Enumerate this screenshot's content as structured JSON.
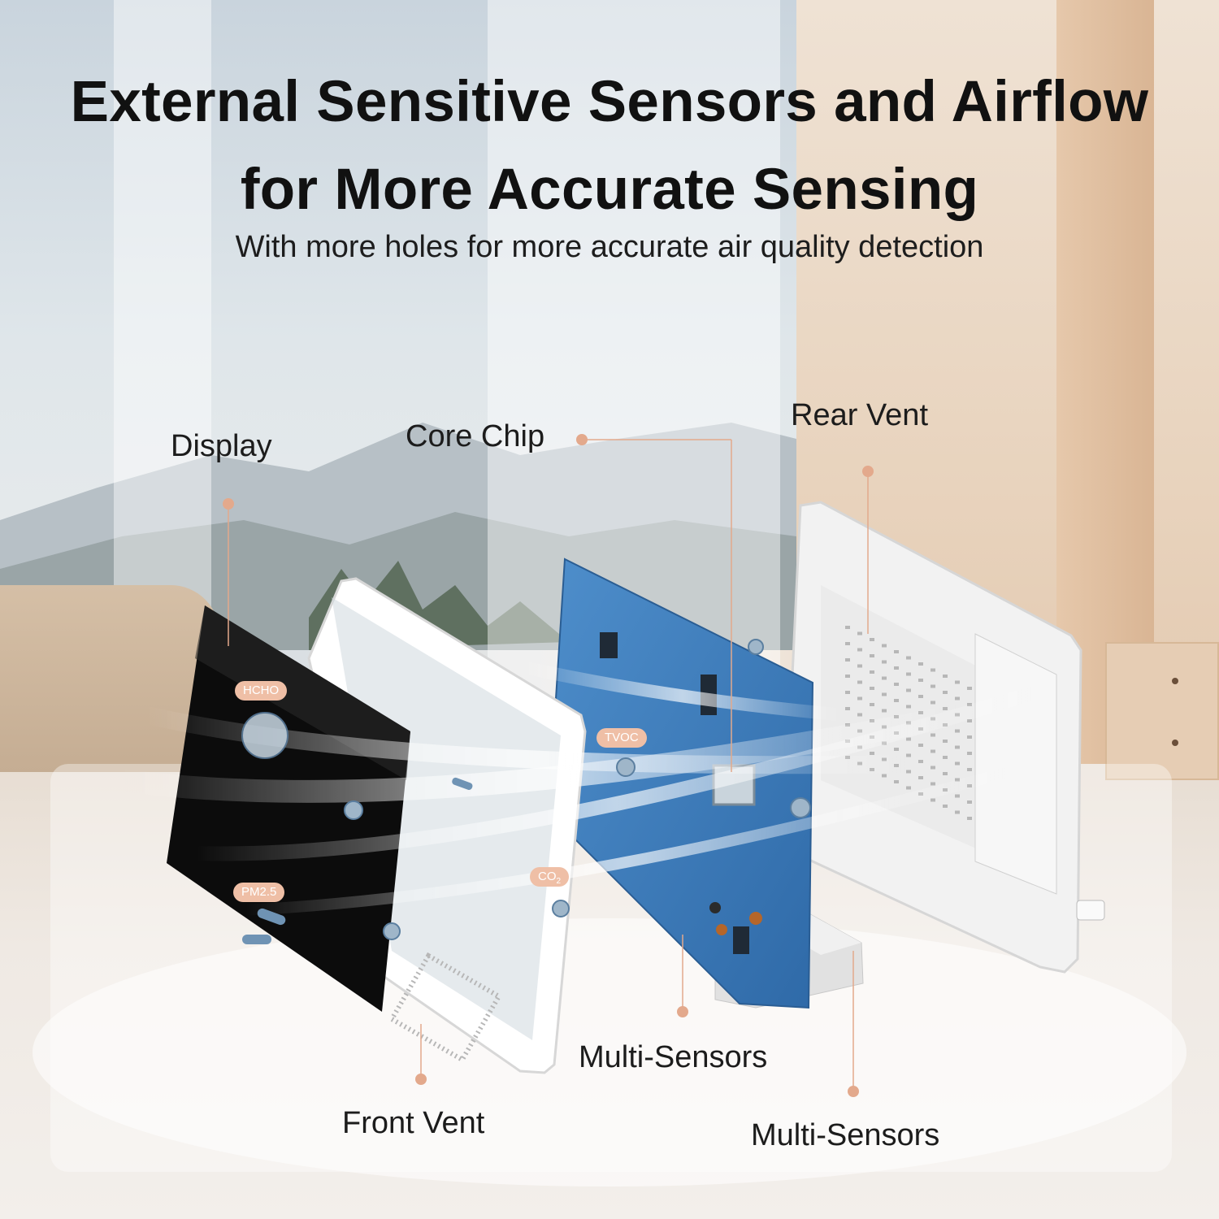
{
  "heading": {
    "title_line1": "External Sensitive Sensors and Airflow",
    "title_line2": "for More Accurate Sensing",
    "subtitle": "With more holes for more accurate air quality detection"
  },
  "callouts": {
    "display": "Display",
    "core_chip": "Core Chip",
    "rear_vent": "Rear Vent",
    "front_vent": "Front Vent",
    "multi_sensors_board": "Multi-Sensors",
    "multi_sensors_base": "Multi-Sensors"
  },
  "pollutants": {
    "hcho": "HCHO",
    "tvoc": "TVOC",
    "co2_main": "CO",
    "co2_sub": "2",
    "pm25": "PM2.5"
  },
  "colors": {
    "accent": "#e3a98c",
    "pcb_blue": "#3f7fbf",
    "title_text": "#111111"
  }
}
